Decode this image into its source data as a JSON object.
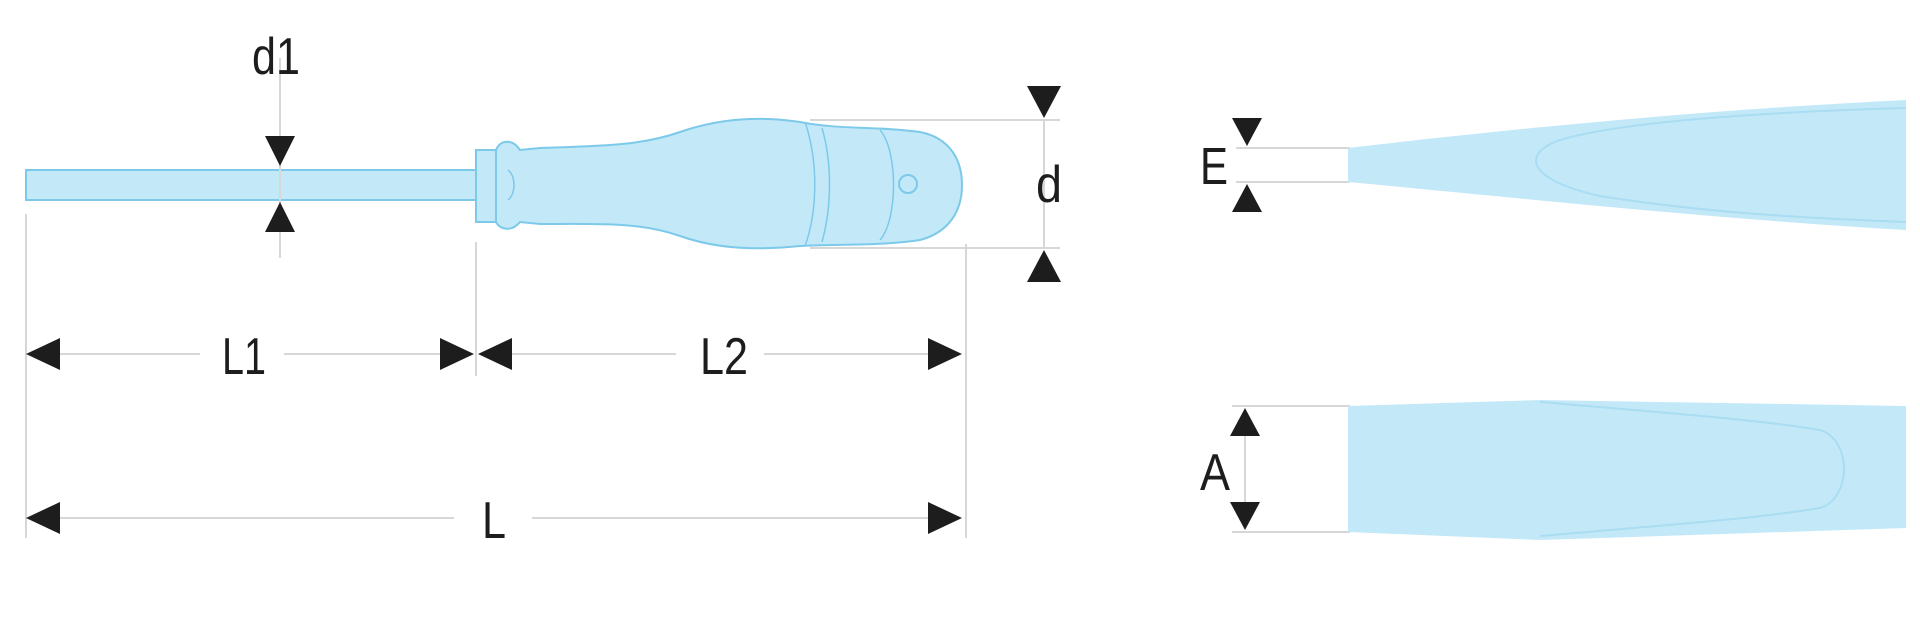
{
  "diagram": {
    "labels": {
      "d1": "d1",
      "d": "d",
      "L1": "L1",
      "L2": "L2",
      "L": "L",
      "E": "E",
      "A": "A"
    },
    "colors": {
      "tool_fill": "#c3e9f9",
      "tool_stroke": "#7cc9ea",
      "dimension_line": "#d7d7d7",
      "arrow": "#1d1d1d",
      "text": "#1d1d1d"
    }
  }
}
